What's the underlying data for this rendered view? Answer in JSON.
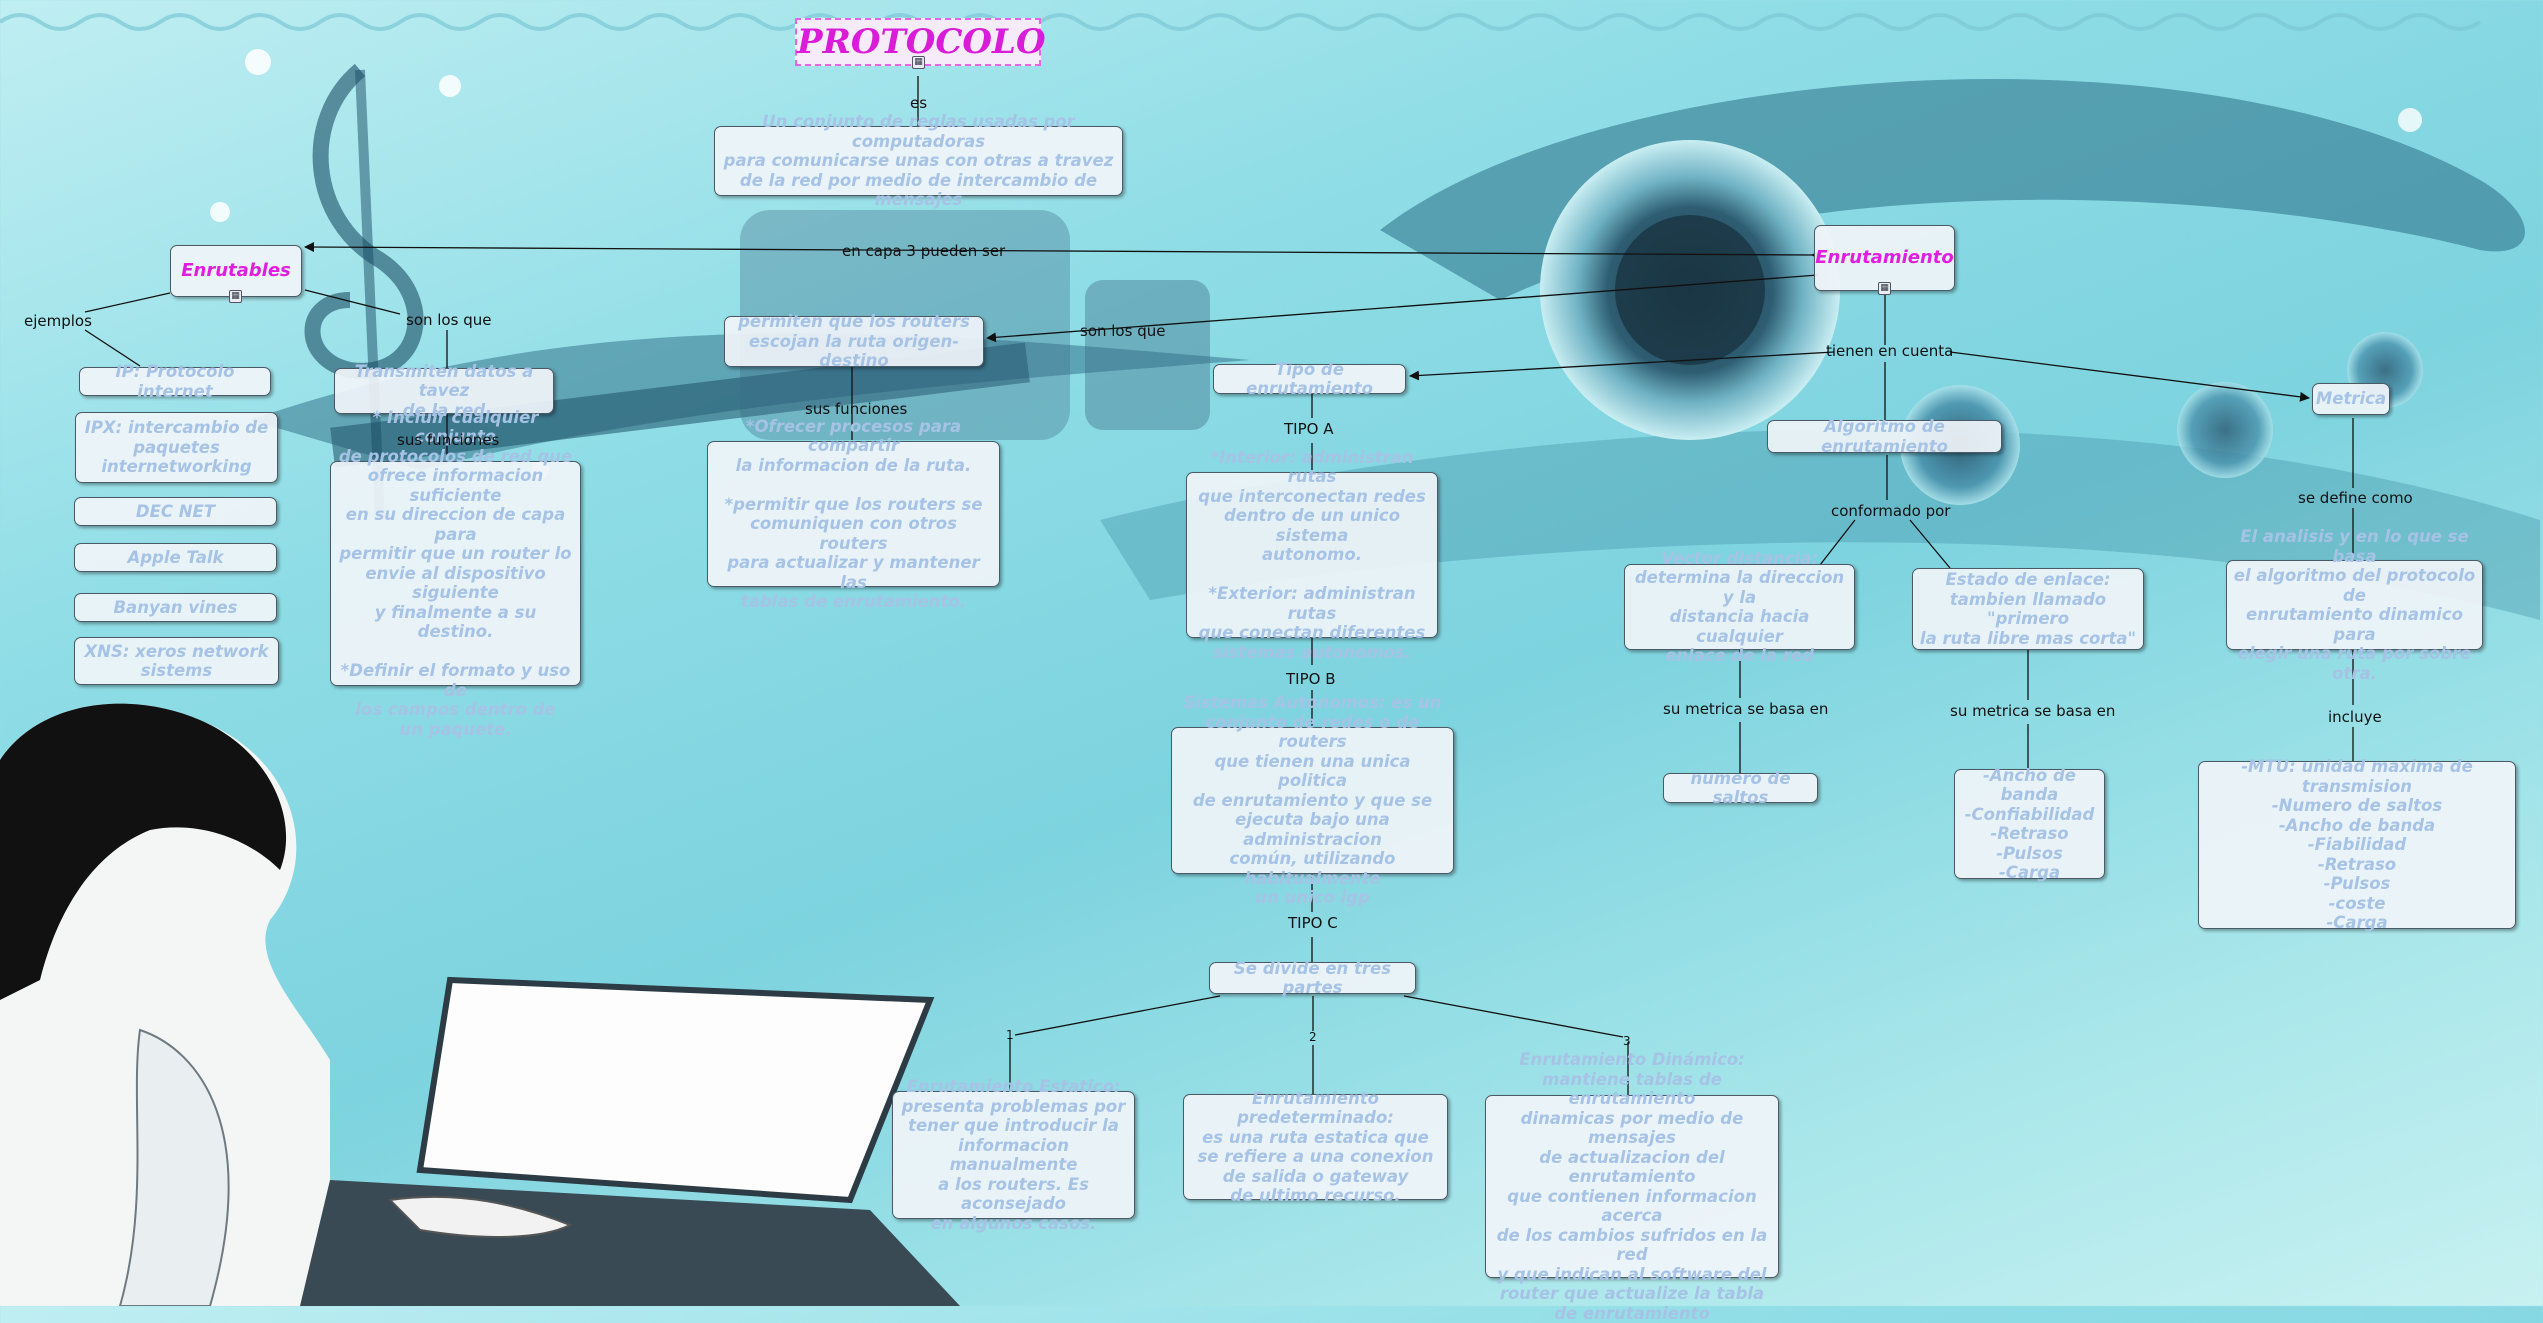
{
  "title": "PROTOCOLO",
  "nodes": {
    "definicion": "Un conjunto de reglas usadas por computadoras\npara comunicarse unas con otras a travez\nde la red por medio de intercambio de mensajes",
    "enrutables": "Enrutables",
    "enrutamiento": "Enrutamiento",
    "ip": "IP: Protocolo internet",
    "ipx": "IPX: intercambio de\npaquetes\ninternetworking",
    "decnet": "DEC NET",
    "appletalk": "Apple Talk",
    "banyan": "Banyan vines",
    "xns": "XNS: xeros network\nsistems",
    "transmiten": "Transmiten datos a tavez\nde la red",
    "funciones_enrutables": "* Incluir cualquier conjunto\nde protocolos de red que\nofrece informacion suficiente\nen su direccion de capa para\npermitir que un router lo\nenvie al dispositivo siguiente\ny finalmente a su destino.\n\n*Definir el formato y uso de\nlos campos dentro de\nun paquete.",
    "permiten": "permiten que los routers\nescojan la ruta origen-destino",
    "funciones_enrutamiento": "*Ofrecer procesos para compartir\nla informacion de la ruta.\n\n*permitir que los routers se\ncomuniquen con otros routers\npara actualizar y mantener las\ntablas de enrutamiento.",
    "tipo_enrutamiento": "Tipo de enrutamiento",
    "interior_exterior": "*Interior: administran rutas\nque interconectan redes\ndentro de un unico sistema\nautonomo.\n\n*Exterior: administran rutas\nque conectan diferentes\nsistemas autonomos.",
    "sistemas_autonomos": "Sistemas Autonomos: es un\nconjunto de redes o de routers\nque tienen una unica politica\nde enrutamiento y que se\nejecuta bajo una administracion\ncomún, utilizando habitualmente\nun unico igp",
    "tres_partes": "Se divide en tres partes",
    "estatico": "Enrutamiento Estatico:\npresenta problemas por\ntener que introducir la\ninformacion manualmente\na los routers. Es aconsejado\nen algunos casos.",
    "predeterminado": "Enrutamiento predeterminado:\nes una ruta estatica que\nse refiere a una conexion\nde salida o gateway\nde ultimo recurso.",
    "dinamico": "Enrutamiento Dinámico:\nmantiene tablas de enrutamiento\ndinamicas por medio de mensajes\nde actualizacion del enrutamiento\nque contienen informacion acerca\nde los cambios sufridos en la red\ny que indican al software del\nrouter que actualize la tabla\nde enrutamiento",
    "algoritmo": "Algoritmo de enrutamiento",
    "vector": "Vector distancia:\ndetermina la direccion y la\ndistancia hacia cualquier\nenlace de la red",
    "estado_enlace": "Estado de enlace:\ntambien llamado \"primero\nla ruta libre mas corta\"",
    "saltos": "numero de saltos",
    "ancho_lista": "-Ancho de banda\n-Confiabilidad\n-Retraso\n-Pulsos\n-Carga",
    "metrica": "Metrica",
    "analisis": "El analisis y en lo que se basa\nel algoritmo del protocolo de\nenrutamiento dinamico para\nelegir una ruta por sobre otra.",
    "mtu": "-MTU: unidad maxima de transmision\n-Numero de saltos\n-Ancho de banda\n-Fiabilidad\n-Retraso\n-Pulsos\n-coste\n-Carga"
  },
  "phrases": {
    "es": "es",
    "en_capa": "en capa 3 pueden ser",
    "ejemplos": "ejemplos",
    "son_los_que_1": "son los que",
    "son_los_que_2": "son los que",
    "sus_funciones_1": "sus funciones",
    "sus_funciones_2": "sus funciones",
    "tienen_en_cuenta": "tienen en cuenta",
    "tipo_a": "TIPO A",
    "tipo_b": "TIPO B",
    "tipo_c": "TIPO C",
    "conformado_por": "conformado por",
    "metrica_1": "su metrica se basa en",
    "metrica_2": "su metrica se basa en",
    "se_define": "se define como",
    "incluye": "incluye",
    "n1": "1",
    "n2": "2",
    "n3": "3"
  },
  "colors": {
    "node_text": "#a6c3e6",
    "highlight": "#e01ee0",
    "line": "#111111"
  }
}
